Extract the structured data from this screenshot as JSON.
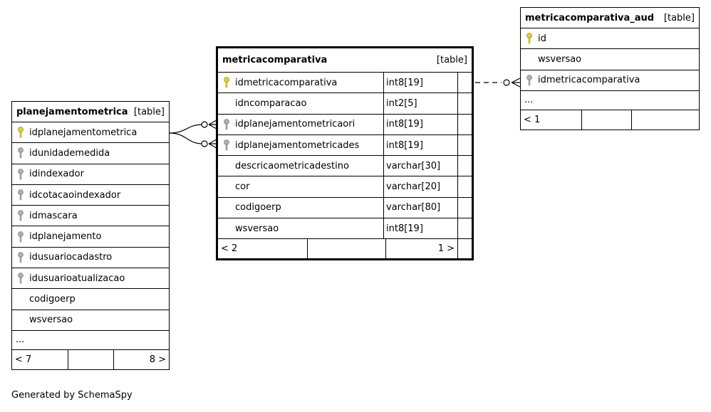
{
  "tables": {
    "planejamentometrica": {
      "name": "planejamentometrica",
      "type": "[table]",
      "columns": [
        {
          "name": "idplanejamentometrica",
          "icon": "primary-key-icon"
        },
        {
          "name": "idunidademedida",
          "icon": "foreign-key-icon"
        },
        {
          "name": "idindexador",
          "icon": "foreign-key-icon"
        },
        {
          "name": "idcotacaoindexador",
          "icon": "foreign-key-icon"
        },
        {
          "name": "idmascara",
          "icon": "foreign-key-icon"
        },
        {
          "name": "idplanejamento",
          "icon": "foreign-key-icon"
        },
        {
          "name": "idusuariocadastro",
          "icon": "foreign-key-icon"
        },
        {
          "name": "idusuarioatualizacao",
          "icon": "foreign-key-icon"
        },
        {
          "name": "codigoerp",
          "icon": ""
        },
        {
          "name": "wsversao",
          "icon": ""
        }
      ],
      "more": "...",
      "parents": "< 7",
      "children": "8 >"
    },
    "metricacomparativa": {
      "name": "metricacomparativa",
      "type": "[table]",
      "columns": [
        {
          "name": "idmetricacomparativa",
          "type": "int8[19]",
          "icon": "primary-key-icon"
        },
        {
          "name": "idncomparacao",
          "type": "int2[5]",
          "icon": ""
        },
        {
          "name": "idplanejamentometricaori",
          "type": "int8[19]",
          "icon": "foreign-key-icon"
        },
        {
          "name": "idplanejamentometricades",
          "type": "int8[19]",
          "icon": "foreign-key-icon"
        },
        {
          "name": "descricaometricadestino",
          "type": "varchar[30]",
          "icon": ""
        },
        {
          "name": "cor",
          "type": "varchar[20]",
          "icon": ""
        },
        {
          "name": "codigoerp",
          "type": "varchar[80]",
          "icon": ""
        },
        {
          "name": "wsversao",
          "type": "int8[19]",
          "icon": ""
        }
      ],
      "parents": "< 2",
      "children": "1 >"
    },
    "metricacomparativa_aud": {
      "name": "metricacomparativa_aud",
      "type": "[table]",
      "columns": [
        {
          "name": "id",
          "icon": "primary-key-icon"
        },
        {
          "name": "wsversao",
          "icon": ""
        },
        {
          "name": "idmetricacomparativa",
          "icon": "foreign-key-icon"
        }
      ],
      "more": "...",
      "parents": "< 1",
      "children": ""
    }
  },
  "footer": "Generated by SchemaSpy",
  "colors": {
    "primary_key": "#e8d800",
    "foreign_key": "#b0b0b0",
    "border": "#000000"
  }
}
